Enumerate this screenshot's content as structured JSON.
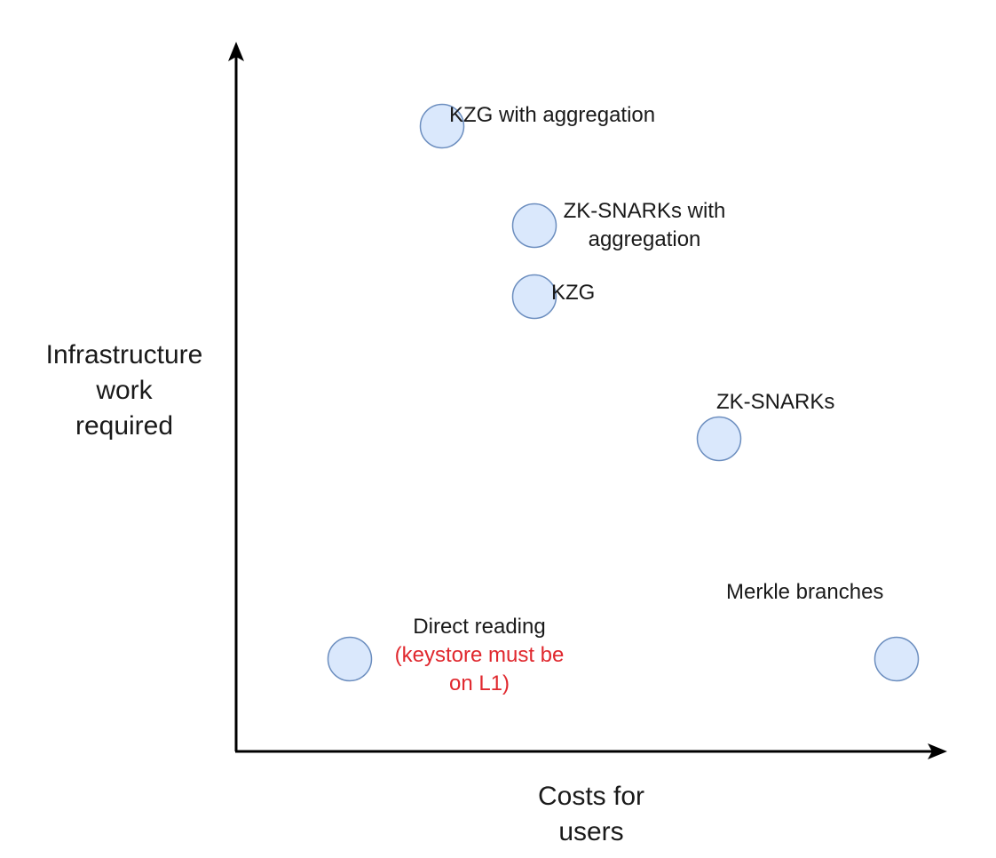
{
  "diagram": {
    "type": "quadrant-scatter",
    "x_axis_label_line1": "Costs for",
    "x_axis_label_line2": "users",
    "y_axis_label_line1": "Infrastructure",
    "y_axis_label_line2": "work",
    "y_axis_label_line3": "required",
    "colors": {
      "node_fill": "#dae8fc",
      "node_stroke": "#6c8ebf",
      "axis": "#000000",
      "text": "#1a1a1a",
      "warning_text": "#e0282e"
    },
    "nodes": [
      {
        "id": "kzg-agg",
        "label_line1": "KZG with aggregation",
        "label_line2": "",
        "relative_cost": 0.29,
        "relative_infra": 0.88
      },
      {
        "id": "zk-agg",
        "label_line1": "ZK-SNARKs with",
        "label_line2": "aggregation",
        "relative_cost": 0.42,
        "relative_infra": 0.74
      },
      {
        "id": "kzg",
        "label_line1": "KZG",
        "label_line2": "",
        "relative_cost": 0.42,
        "relative_infra": 0.64
      },
      {
        "id": "zk",
        "label_line1": "ZK-SNARKs",
        "label_line2": "",
        "relative_cost": 0.68,
        "relative_infra": 0.44
      },
      {
        "id": "direct",
        "label_line1": "Direct reading",
        "label_line2": "(keystore must be",
        "label_line3": "on L1)",
        "relative_cost": 0.16,
        "relative_infra": 0.13
      },
      {
        "id": "merkle",
        "label_line1": "Merkle branches",
        "label_line2": "",
        "relative_cost": 0.93,
        "relative_infra": 0.13
      }
    ]
  }
}
